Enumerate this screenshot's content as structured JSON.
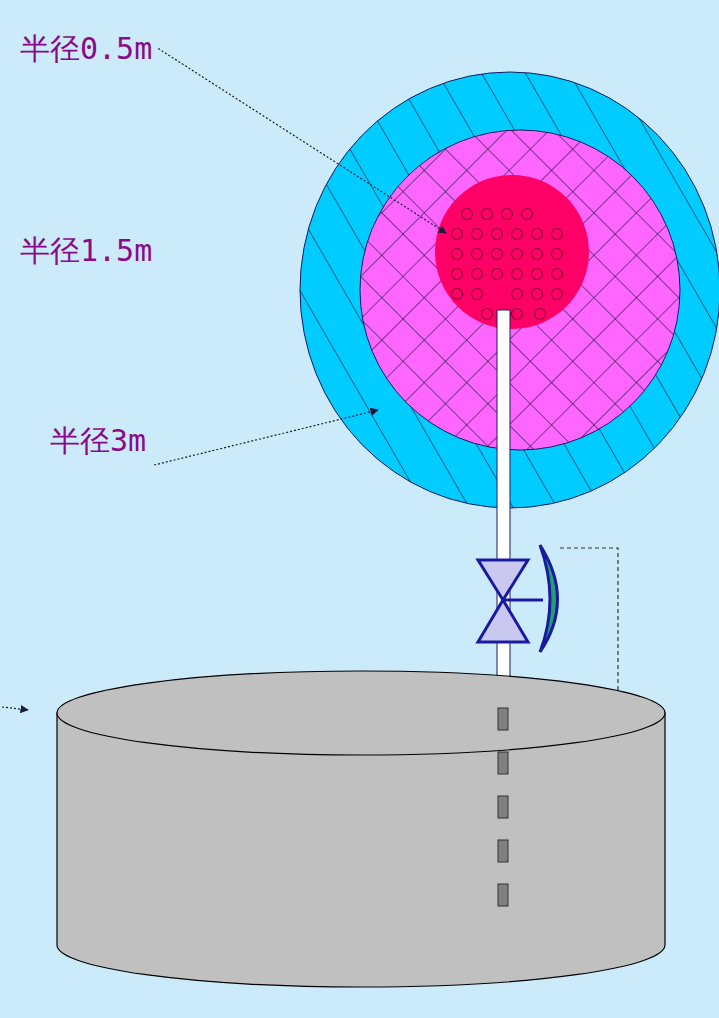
{
  "diagram": {
    "labels": [
      "半径0.5m",
      "半径1.5m",
      "半径3m"
    ]
  }
}
